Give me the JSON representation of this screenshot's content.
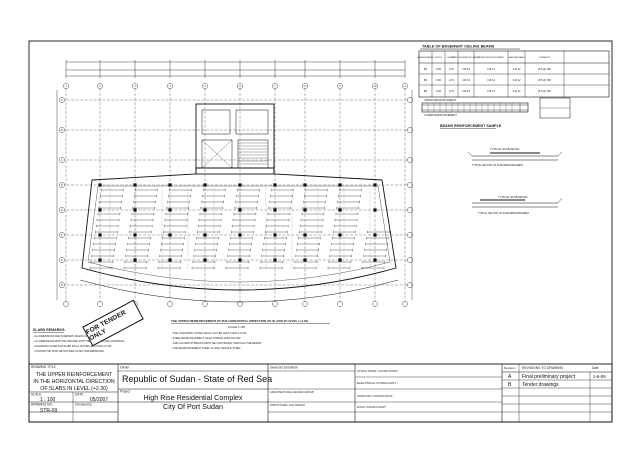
{
  "basement_table": {
    "title": "TABLE OF BASEMENT CEILING BEAMS",
    "headers": [
      "BEAM NUMBER",
      "WIDTH",
      "HEIGHT",
      "BOTTOM REINFORCEMENT",
      "UPPER REINFORCEMENT",
      "HANGER BARS",
      "STIRRUPS"
    ],
    "rows": [
      [
        "B1",
        "0.30",
        "0.70",
        "4 Ø 16",
        "3 Ø 12",
        "2 Ø 12",
        "Ø 8 @ 150"
      ],
      [
        "B2",
        "0.30",
        "0.70",
        "4 Ø 16",
        "3 Ø 12",
        "2 Ø 12",
        "Ø 8 @ 150"
      ],
      [
        "B3",
        "0.30",
        "0.70",
        "4 Ø 16",
        "3 Ø 12",
        "2 Ø 12",
        "Ø 8 @ 150"
      ]
    ]
  },
  "beam_sample": {
    "label": "BEAMS REINFORCEMENT SAMPLE",
    "upper": "UPPER REINFORCEMENT",
    "lower": "LOWER REINFORCEMENT"
  },
  "slab_details": [
    {
      "title": "TYPICAL SLAB DETAIL",
      "caption": "TYPICAL SECTION OF SLAB REINFORCEMENT"
    },
    {
      "title": "TYPICAL SLAB DETAIL",
      "caption": "TYPICAL SECTION OF SLAB REINFORCEMENT"
    }
  ],
  "plan": {
    "title": "THE UPPER REINFORCEMENT IN THE HORIZONTAL DIRECTION OF SLABS IN LEVEL (+2.30)",
    "scale": "SCALE 1:100",
    "tender_stamp": "FOR TENDER ONLY",
    "grid_labels": [
      "1",
      "2",
      "3",
      "4",
      "5",
      "6",
      "7",
      "8",
      "9",
      "10",
      "A",
      "B",
      "C",
      "D",
      "E",
      "F",
      "G",
      "H"
    ]
  },
  "slab_remarks": {
    "title": "SLABS REMARKS:",
    "lines": [
      "- ALL DIMENSIONS ARE IN METERS UNLESS OTHERWISE NOTED.",
      "- ALL DIMENSIONS MUST BE CHECKED WITH THE ARCHITECTURAL DRAWINGS",
      "- CONCRETE COVER FOR SLABS SHALL NOT BE LESS THAN 2.5 CM.",
      "- CONTRACTOR MUST BE NOTIFIED OF ANY DISCREPANCIES."
    ]
  },
  "notes": {
    "lines": [
      "- THE CONCRETE COVER SHALL NOT BE LESS THAN 2.5 CM.",
      "- STEEL REINFORCEMENT YIELD STRESS 4200 KG/CM2.",
      "- THE COLUMN STIRRUPS MUST BE CONTINUED THROUGH THE BEAMS.",
      "- THE REINFORCEMENT STEEL IS HIGH TENSILE STEEL."
    ]
  },
  "title_block": {
    "drawing_title_label": "DRAWING TITLE",
    "drawing_title": "THE UPPER REINFORCEMENT IN THE HORIZONTAL DIRECTION OF SLABS IN LEVEL (+2.30)",
    "owner_label": "Owner",
    "owner": "Republic of Sudan - State of Red Sea",
    "general_consultant_label": "General Consultant",
    "structural_consultant": "STRUCTURAL CONSULTANT :",
    "electrical_consultant": "ELECTRICAL CONSULTANT :",
    "sanitary_consultant": "SANITARY CONSULTANT :",
    "hvac_consultant": "HVAC CONSULTANT :",
    "arch_group": "ARCHITECTURAL DESIGN GROUP",
    "struct_group": "STRUCTURAL CAD GROUP",
    "scale_label": "SCALE",
    "scale": "1 : 100",
    "date_label": "DATE",
    "date": "05/2007",
    "project_label": "Project",
    "project_line1": "High Rise Residential Complex",
    "project_line2": "City Of Port Sudan",
    "drawing_no_label": "DRAWING NO.",
    "drawing_no": "STR-09",
    "checked_label": "Checked by",
    "revisions_header": "REVISIONS TO DRAWING",
    "date_header": "Date",
    "revision_label": "Revision",
    "revisions": [
      {
        "rev": "A",
        "desc": "Final preliminary project",
        "date": "1-6-06"
      },
      {
        "rev": "B",
        "desc": "Tender drawings",
        "date": ""
      }
    ]
  }
}
